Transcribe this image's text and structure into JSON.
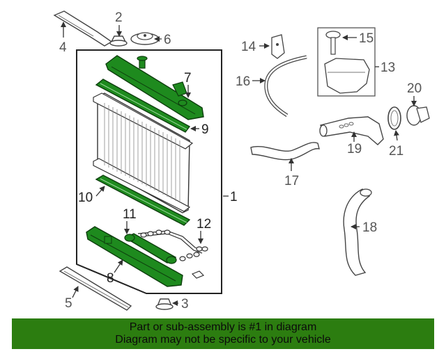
{
  "callouts": {
    "c1": "1",
    "c2": "2",
    "c3": "3",
    "c4": "4",
    "c5": "5",
    "c6": "6",
    "c7": "7",
    "c8": "8",
    "c9": "9",
    "c10": "10",
    "c11": "11",
    "c12": "12",
    "c13": "13",
    "c14": "14",
    "c15": "15",
    "c16": "16",
    "c17": "17",
    "c18": "18",
    "c19": "19",
    "c20": "20",
    "c21": "21"
  },
  "footer": {
    "line1": "Part or sub-assembly is #1 in diagram",
    "line2": "Diagram may not be specific to your vehicle"
  },
  "colors": {
    "highlight": "#1e8a1e",
    "footer_bg": "#2c7d10",
    "outline": "#333333",
    "label": "#555555"
  }
}
